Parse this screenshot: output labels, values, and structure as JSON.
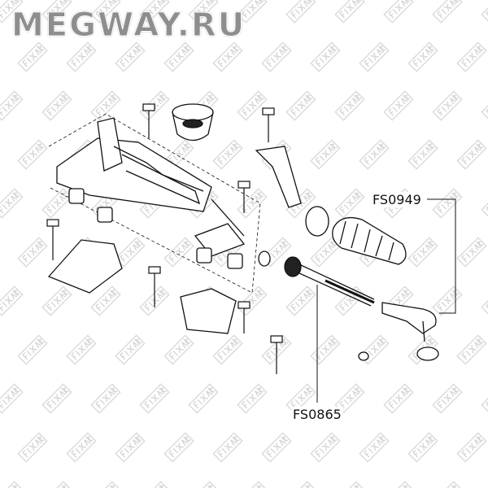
{
  "logo": {
    "text": "MEGWAY.RU"
  },
  "watermark": {
    "text": "FIXAR"
  },
  "callouts": [
    {
      "label": "FS0949"
    },
    {
      "label": "FS0865"
    }
  ]
}
